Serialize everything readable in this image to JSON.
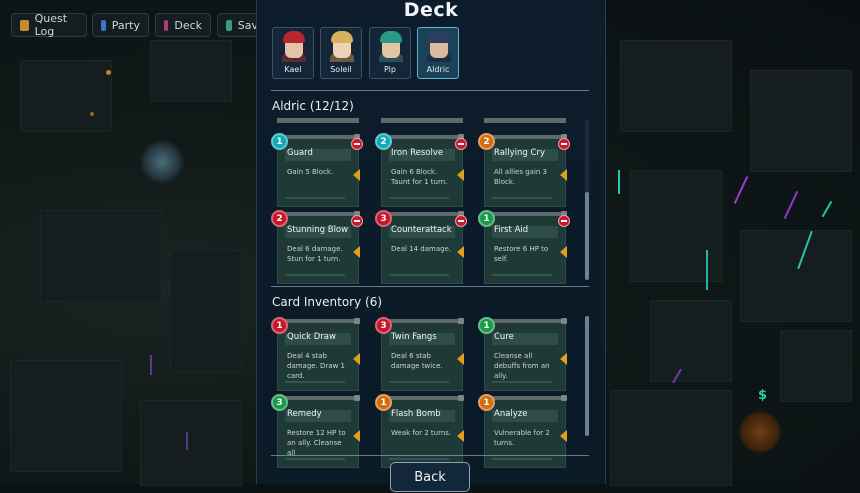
{
  "toolbar": {
    "items": [
      {
        "label": "Quest Log",
        "icon": "scroll-icon",
        "color": "#c58a2c"
      },
      {
        "label": "Party",
        "icon": "people-icon",
        "color": "#3a76c9"
      },
      {
        "label": "Deck",
        "icon": "cards-icon",
        "color": "#b13a7a"
      },
      {
        "label": "Sav",
        "icon": "save-icon",
        "color": "#3aa07a"
      }
    ]
  },
  "deck": {
    "title": "Deck",
    "characters": [
      {
        "name": "Kael",
        "hair": "#b82730",
        "skin": "#e7c2a8",
        "outfit": "#5a2a33",
        "active": false
      },
      {
        "name": "Soleil",
        "hair": "#d6b25a",
        "skin": "#eed2b6",
        "outfit": "#6d5a3a",
        "active": false
      },
      {
        "name": "Pip",
        "hair": "#2a9a86",
        "skin": "#e3c5a8",
        "outfit": "#2f4f56",
        "active": false
      },
      {
        "name": "Aldric",
        "hair": "#2c3e5e",
        "skin": "#d9bca0",
        "outfit": "#1d2c44",
        "active": true
      }
    ],
    "current_deck": {
      "title": "Aldric (12/12)",
      "cards": [
        {
          "cost": "1",
          "cost_color": "#13a9b8",
          "name": "Guard",
          "desc": "Gain 5 Block."
        },
        {
          "cost": "2",
          "cost_color": "#13a9b8",
          "name": "Iron Resolve",
          "desc": "Gain 6 Block. Taunt for 1 turn."
        },
        {
          "cost": "2",
          "cost_color": "#d36d12",
          "name": "Rallying Cry",
          "desc": "All allies gain 3 Block."
        },
        {
          "cost": "2",
          "cost_color": "#c7172a",
          "name": "Stunning Blow",
          "desc": "Deal 6 damage. Stun for 1 turn."
        },
        {
          "cost": "3",
          "cost_color": "#c7172a",
          "name": "Counterattack",
          "desc": "Deal 14 damage."
        },
        {
          "cost": "1",
          "cost_color": "#1c9a4c",
          "name": "First Aid",
          "desc": "Restore 6 HP to self."
        }
      ]
    },
    "inventory": {
      "title": "Card Inventory (6)",
      "cards": [
        {
          "cost": "1",
          "cost_color": "#c7172a",
          "name": "Quick Draw",
          "desc": "Deal 4 stab damage. Draw 1 card."
        },
        {
          "cost": "3",
          "cost_color": "#c7172a",
          "name": "Twin Fangs",
          "desc": "Deal 6 stab damage twice."
        },
        {
          "cost": "1",
          "cost_color": "#1c9a4c",
          "name": "Cure",
          "desc": "Cleanse all debuffs from an ally."
        },
        {
          "cost": "3",
          "cost_color": "#1c9a4c",
          "name": "Remedy",
          "desc": "Restore 12 HP to an ally. Cleanse all"
        },
        {
          "cost": "1",
          "cost_color": "#d36d12",
          "name": "Flash Bomb",
          "desc": "Weak for 2 turns."
        },
        {
          "cost": "1",
          "cost_color": "#d36d12",
          "name": "Analyze",
          "desc": "Vulnerable for 2 turns."
        }
      ]
    },
    "back_label": "Back"
  },
  "world": {
    "currency_symbol": "$"
  }
}
